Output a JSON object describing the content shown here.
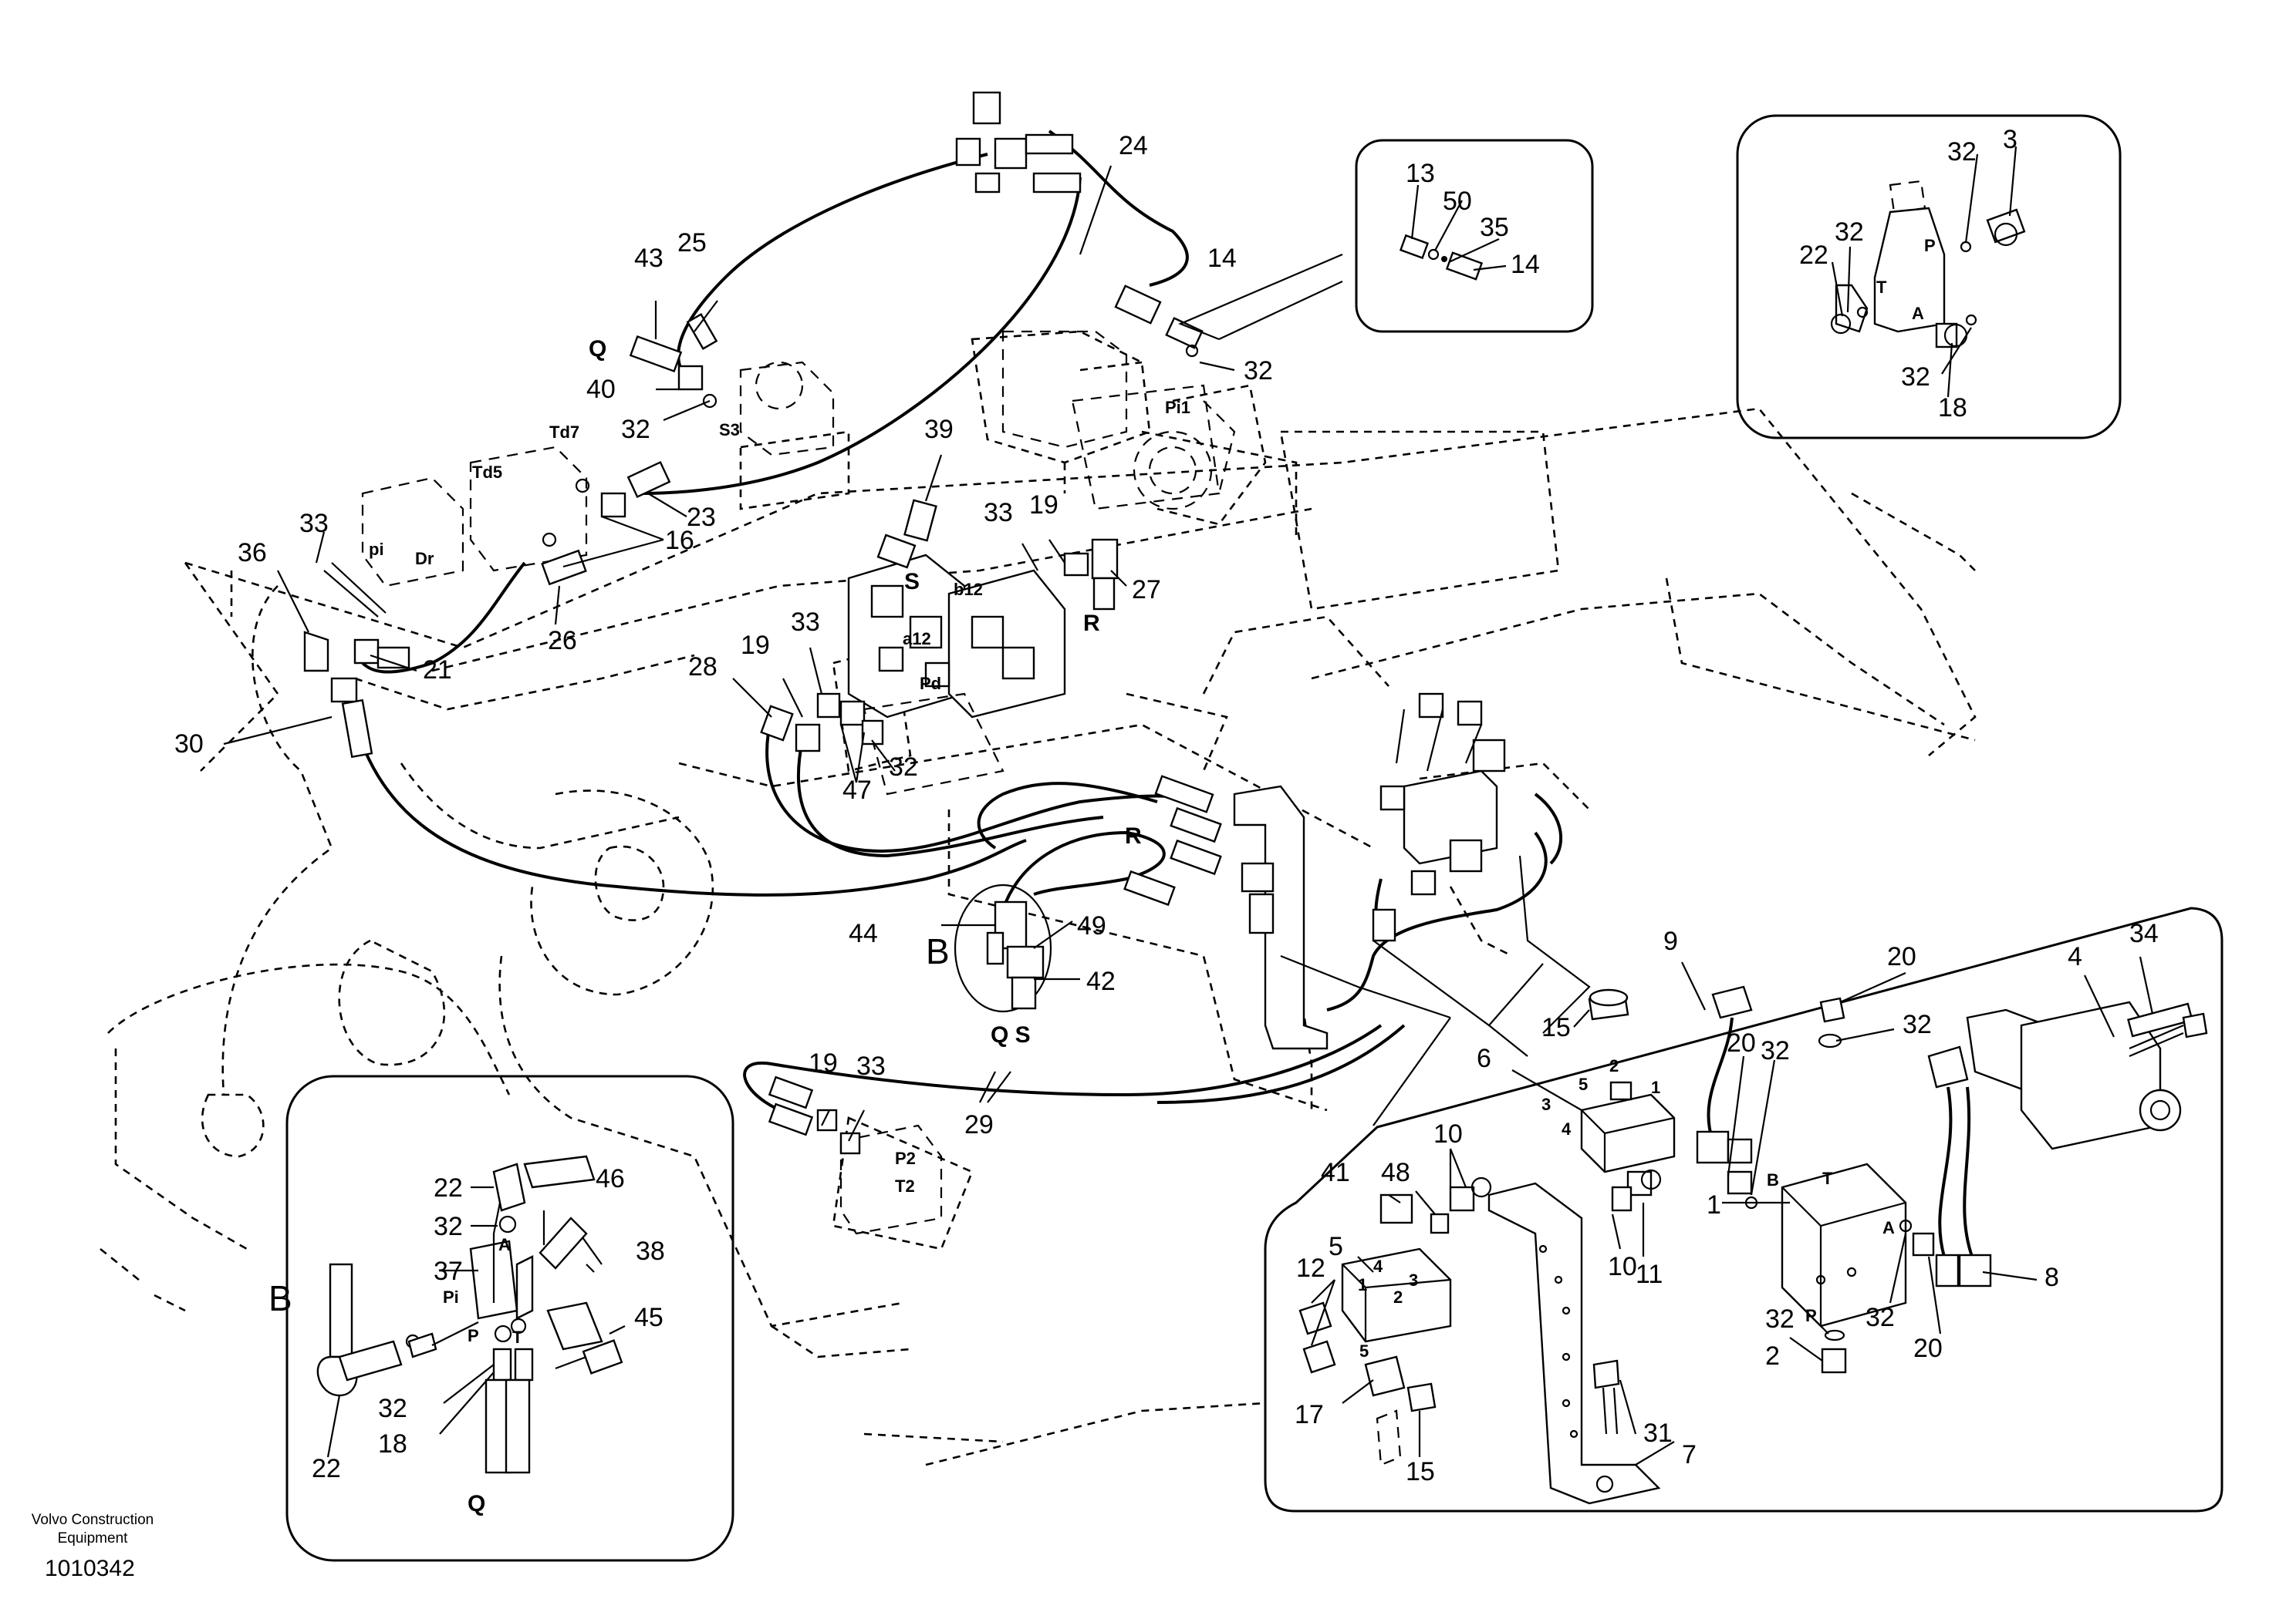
{
  "footer": {
    "brand_line1": "Volvo Construction",
    "brand_line2": "Equipment",
    "drawing_number": "1010342"
  },
  "callouts": {
    "c24": "24",
    "c25": "25",
    "c43": "43",
    "c40": "40",
    "c32a": "32",
    "c39": "39",
    "c23": "23",
    "c16": "16",
    "c33a": "33",
    "c36": "36",
    "c21": "21",
    "c26": "26",
    "c30": "30",
    "c33b": "33",
    "c19a": "19",
    "c27": "27",
    "c28": "28",
    "c19b": "19",
    "c33c": "33",
    "c47": "47",
    "c32b": "32",
    "c14": "14",
    "c32c": "32",
    "c44": "44",
    "c49": "49",
    "c42": "42",
    "c19c": "19",
    "c33d": "33",
    "c29": "29"
  },
  "letters": {
    "Q": "Q",
    "S3": "S3",
    "Td7": "Td7",
    "Td5": "Td5",
    "pi": "pi",
    "Dr": "Dr",
    "Pi1": "Pi1",
    "S": "S",
    "b12": "b12",
    "a12": "a12",
    "Pd": "Pd",
    "R1": "R",
    "R2": "R",
    "B": "B",
    "QS": "Q S",
    "P2": "P2",
    "T2": "T2"
  },
  "detail_tr": {
    "c32a": "32",
    "c3": "3",
    "c22": "22",
    "c32b": "32",
    "c32c": "32",
    "c18": "18",
    "P": "P",
    "T": "T",
    "A": "A"
  },
  "detail_small": {
    "c13": "13",
    "c50": "50",
    "c35": "35",
    "c14": "14"
  },
  "detail_b": {
    "B": "B",
    "c22a": "22",
    "c46": "46",
    "c32a": "32",
    "A": "A",
    "c37": "37",
    "c38": "38",
    "Pi": "Pi",
    "P": "P",
    "T": "T",
    "c45": "45",
    "c32b": "32",
    "c18": "18",
    "c22b": "22",
    "Q": "Q"
  },
  "detail_br": {
    "c9": "9",
    "c20a": "20",
    "c4": "4",
    "c34": "34",
    "c15a": "15",
    "c6": "6",
    "c2a": "2",
    "c5a": "5",
    "c3a": "3",
    "c1a": "1",
    "c4a": "4",
    "c32a": "32",
    "c20b": "20",
    "c32b": "32",
    "c10a": "10",
    "c48": "48",
    "c41": "41",
    "c1": "1",
    "B": "B",
    "T": "T",
    "A": "A",
    "P": "P",
    "c5": "5",
    "c12": "12",
    "c10b": "10",
    "c11": "11",
    "c4b": "4",
    "c3b": "3",
    "c1b": "1",
    "c2b": "2",
    "c5b": "5",
    "c8": "8",
    "c32c": "32",
    "c2": "2",
    "c32d": "32",
    "c20c": "20",
    "c17": "17",
    "c15b": "15",
    "c31": "31",
    "c7": "7"
  }
}
